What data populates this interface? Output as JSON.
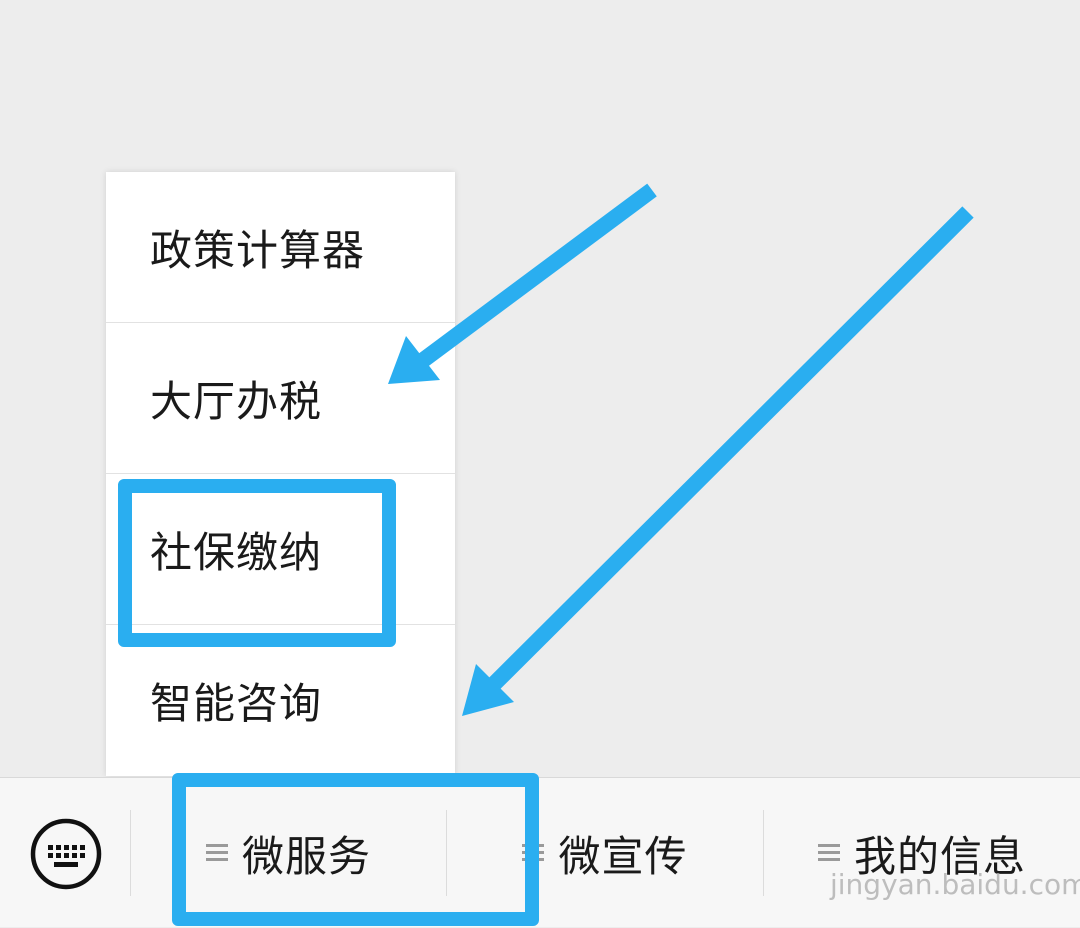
{
  "menu": {
    "items": [
      {
        "label": "政策计算器"
      },
      {
        "label": "大厅办税"
      },
      {
        "label": "社保缴纳"
      },
      {
        "label": "智能咨询"
      }
    ]
  },
  "bottom_bar": {
    "keyboard_icon": "keyboard-icon",
    "tabs": [
      {
        "label": "微服务",
        "icon": "hamburger-icon"
      },
      {
        "label": "微宣传",
        "icon": "hamburger-icon"
      },
      {
        "label": "我的信息",
        "icon": "hamburger-icon"
      }
    ]
  },
  "annotation": {
    "color": "#2aaef0"
  },
  "watermark": {
    "text": "jingyan.baidu.com"
  }
}
